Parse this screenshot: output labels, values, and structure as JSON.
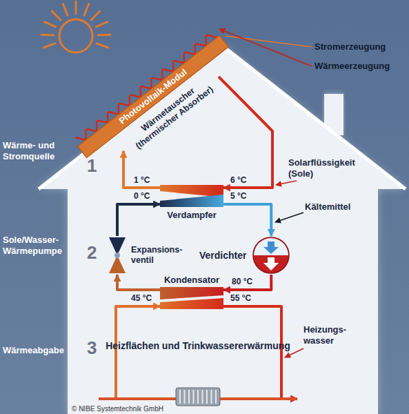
{
  "diagram": {
    "nodes": [
      {
        "text": [
          "Photovoltaik-Modul"
        ]
      },
      {
        "text": [
          "Wärmetauscher (thermischer Absorber)"
        ]
      },
      {
        "text": [
          "Verdampfer"
        ]
      },
      {
        "text": [
          "Verdichter"
        ]
      },
      {
        "text": [
          "Kondensator"
        ]
      },
      {
        "text": [
          "Expansions- ventil"
        ]
      },
      {
        "text": [
          "Heizflächen und Trinkwassererwärmung"
        ]
      }
    ],
    "edges": [
      {
        "from": 1,
        "to": 2,
        "arrow": "to"
      },
      {
        "from": 2,
        "to": 1,
        "arrow": "to"
      },
      {
        "from": 2,
        "to": 3,
        "arrow": "to"
      },
      {
        "from": 3,
        "to": 4,
        "arrow": "to"
      },
      {
        "from": 4,
        "to": 5,
        "arrow": "to"
      },
      {
        "from": 5,
        "to": 2,
        "arrow": "to"
      },
      {
        "from": 4,
        "to": 6,
        "arrow": "to"
      },
      {
        "from": 6,
        "to": 4,
        "arrow": "to"
      }
    ],
    "labels": [
      "Stromerzeugung",
      "Wärmeerzeugung",
      "Wärme- und Stromquelle",
      "1",
      "Solarflüssigkeit (Sole)",
      "1 °C",
      "6 °C",
      "0 °C",
      "5 °C",
      "Kältemittel",
      "Sole/Wasser-Wärmepumpe",
      "2",
      "80 °C",
      "45 °C",
      "55 °C",
      "Heizungs- wasser",
      "Wärmeabgabe",
      "3",
      "© NIBE Systemtechnik GmbH"
    ]
  }
}
